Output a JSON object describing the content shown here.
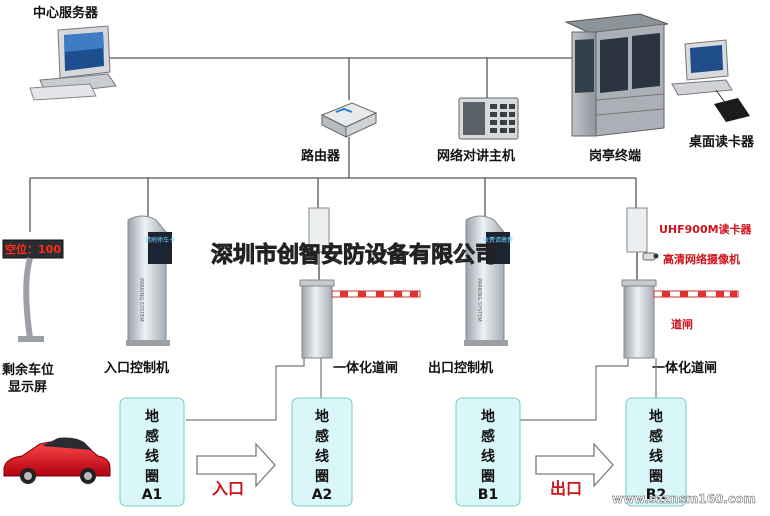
{
  "labels": {
    "server": "中心服务器",
    "router": "路由器",
    "intercom": "网络对讲主机",
    "booth": "岗亭终端",
    "reader_desk": "桌面读卡器",
    "display_line1": "剩余车位",
    "display_line2": "显示屏",
    "display_led": "空位：100",
    "entry_ctrl": "入口控制机",
    "entry_gate": "一体化道闸",
    "exit_ctrl": "出口控制机",
    "exit_gate": "一体化道闸",
    "uhf": "UHF900M读卡器",
    "camera": "高清网络摄像机",
    "barrier": "道闸",
    "watermark": "深圳市创智安防设备有限公司",
    "site": "www.szznsm160.com",
    "entry_word": "入口",
    "exit_word": "出口",
    "entry_screen": "请刷停车卡",
    "exit_screen": "收费请缴费",
    "kiosk_side": "PARKING SYSTEM"
  },
  "loops": [
    {
      "l1": "地",
      "l2": "感",
      "l3": "线",
      "l4": "圈",
      "id": "A1"
    },
    {
      "l1": "地",
      "l2": "感",
      "l3": "线",
      "l4": "圈",
      "id": "A2"
    },
    {
      "l1": "地",
      "l2": "感",
      "l3": "线",
      "l4": "圈",
      "id": "B1"
    },
    {
      "l1": "地",
      "l2": "感",
      "l3": "线",
      "l4": "圈",
      "id": "B2"
    }
  ],
  "colors": {
    "wire": "#555555",
    "red_text": "#d0121b",
    "loop_fill": "#d9f6f8",
    "loop_border": "#7cc8d0",
    "arrow_line": "#7a7a7a"
  }
}
